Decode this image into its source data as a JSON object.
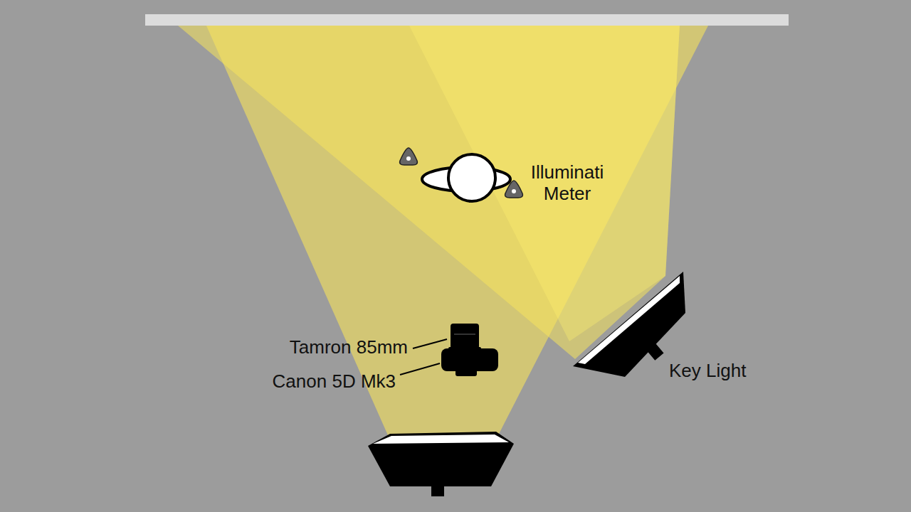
{
  "diagram": {
    "labels": [
      "Illuminati Meter",
      "Tamron 85mm",
      "Canon 5D Mk3",
      "Key Light"
    ]
  }
}
